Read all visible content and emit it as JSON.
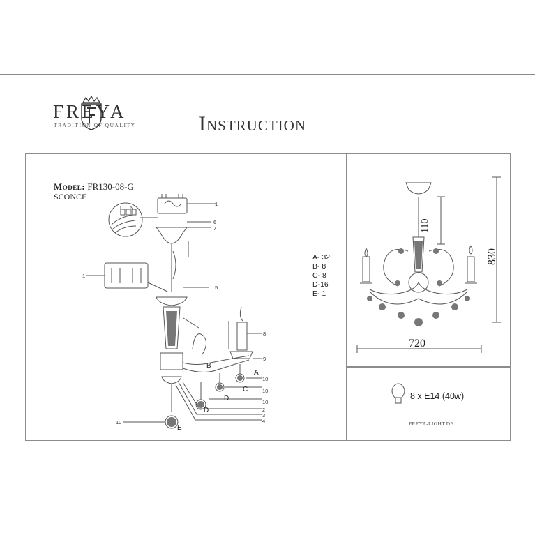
{
  "header": {
    "brand": "FREYA",
    "tagline": "TRADITION OF QUALITY",
    "title": "Instruction"
  },
  "product": {
    "model_label": "Model:",
    "model_value": "FR130-08-G",
    "type": "SCONCE"
  },
  "parts_list": [
    "A- 32",
    "B- 8",
    "C- 8",
    "D-16",
    "E- 1"
  ],
  "callouts": {
    "n1": "1",
    "n5": "5",
    "n6": "6",
    "n7": "7",
    "n8": "8",
    "n9": "9",
    "n10": "10",
    "n2": "2",
    "n3": "3",
    "n4": "4",
    "A": "A",
    "B": "B",
    "C": "C",
    "D": "D",
    "E": "E",
    "L": "L",
    "N": "N"
  },
  "dimensions": {
    "height_top": "110",
    "height_total": "830",
    "width": "720"
  },
  "spec": {
    "bulbs": "8 x E14 (40w)"
  },
  "footer": {
    "website": "FREYA-LIGHT.DE"
  },
  "colors": {
    "line": "#8c8c8c",
    "ink": "#222222",
    "fill": "#6a6a6a"
  }
}
